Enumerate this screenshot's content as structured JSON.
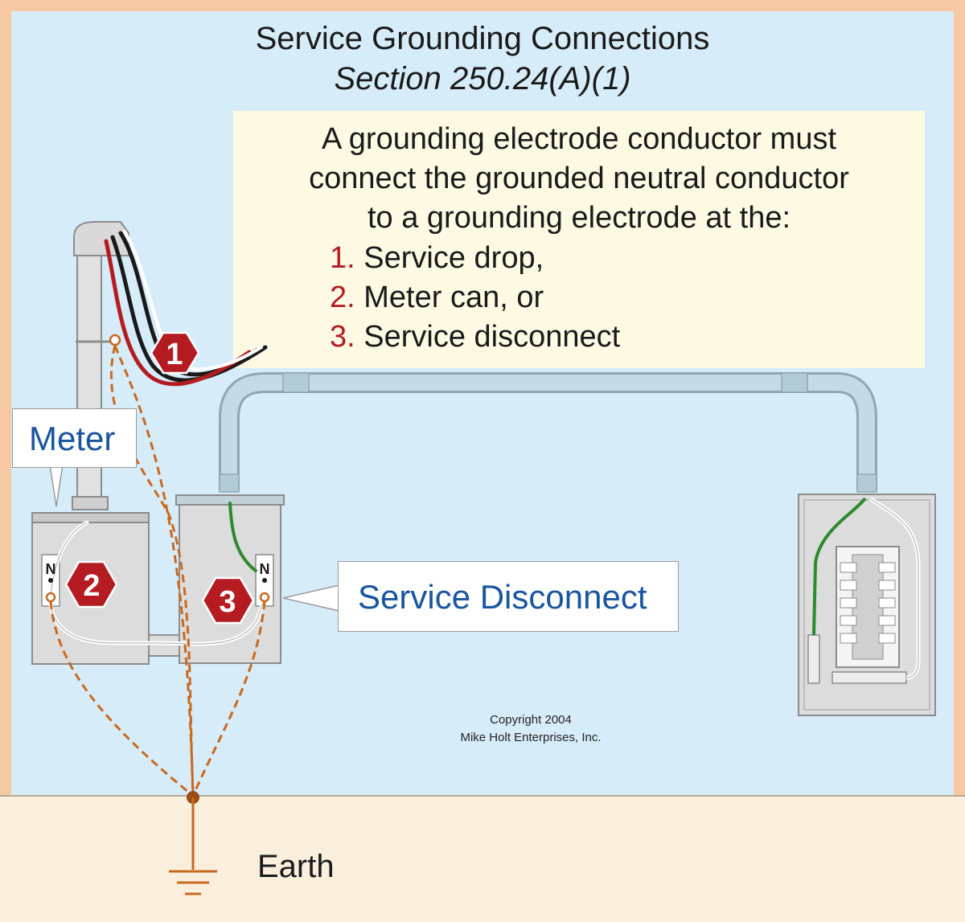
{
  "title": "Service Grounding Connections",
  "subtitle": "Section 250.24(A)(1)",
  "note": {
    "lines": [
      "A grounding electrode conductor must",
      "connect the grounded neutral conductor",
      "to a grounding electrode at the:"
    ],
    "items": [
      {
        "number": "1.",
        "text": "Service drop,"
      },
      {
        "number": "2.",
        "text": "Meter can, or"
      },
      {
        "number": "3.",
        "text": "Service disconnect"
      }
    ]
  },
  "labels": {
    "meter": "Meter",
    "service_disconnect": "Service Disconnect",
    "earth": "Earth",
    "neutral_marker": "N"
  },
  "badges": [
    "1",
    "2",
    "3"
  ],
  "copyright": [
    "Copyright 2004",
    "Mike Holt Enterprises, Inc."
  ],
  "colors": {
    "border": "#f6c9a4",
    "sky": "#d7ecf9",
    "ground": "#faeedd",
    "note_background": "#fdf9e3",
    "badge": "#b51c22",
    "label_text": "#1a55a0",
    "grounding_conductor": "#c9691e",
    "equipment_ground": "#2d8a2d",
    "conduit": "#b9cfdb"
  }
}
